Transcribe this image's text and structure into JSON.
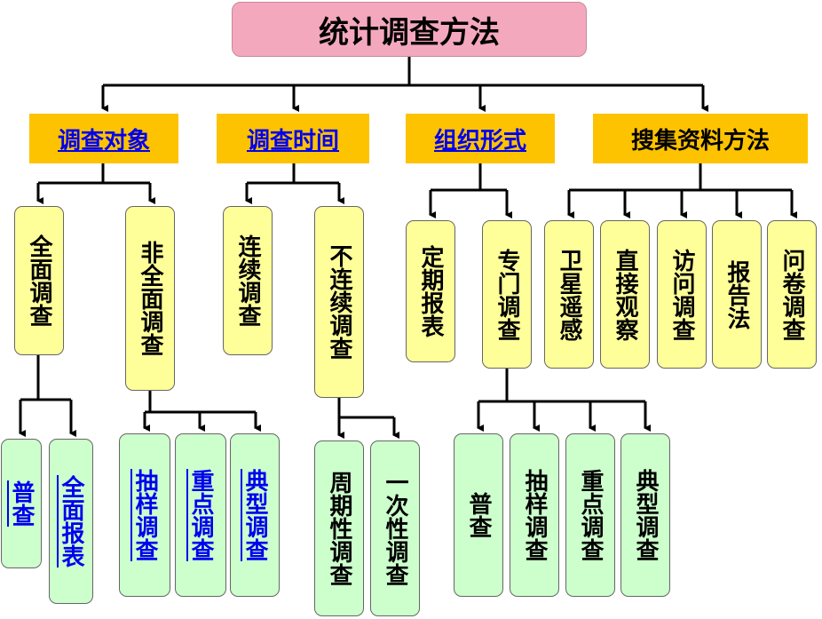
{
  "root": {
    "label": "统计调查方法"
  },
  "categories": [
    {
      "label": "调查对象",
      "link": true
    },
    {
      "label": "调查时间",
      "link": true
    },
    {
      "label": "组织形式",
      "link": true
    },
    {
      "label": "搜集资料方法",
      "link": false
    }
  ],
  "object": {
    "full": "全面调查",
    "partial": "非全面调查",
    "full_children": {
      "census": "普查",
      "report": "全面报表"
    },
    "partial_children": {
      "sampling": "抽样调查",
      "key": "重点调查",
      "typical": "典型调查"
    }
  },
  "time": {
    "continuous": "连续调查",
    "discontinuous": "不连续调查",
    "discontinuous_children": {
      "periodic": "周期性调查",
      "one_time": "一次性调查"
    }
  },
  "organization": {
    "periodic_report": "定期报表",
    "special": "专门调查",
    "special_children": {
      "census": "普查",
      "sampling": "抽样调查",
      "key": "重点调查",
      "typical": "典型调查"
    }
  },
  "methods": {
    "satellite": "卫星遥感",
    "direct": "直接观察",
    "interview": "访问调查",
    "report": "报告法",
    "questionnaire": "问卷调查"
  },
  "colors": {
    "root_fill": "#f4a8be",
    "category_fill": "#fec300",
    "level2_fill": "#ffff99",
    "level3_fill": "#ccffcc",
    "link_text": "#0000ee"
  }
}
